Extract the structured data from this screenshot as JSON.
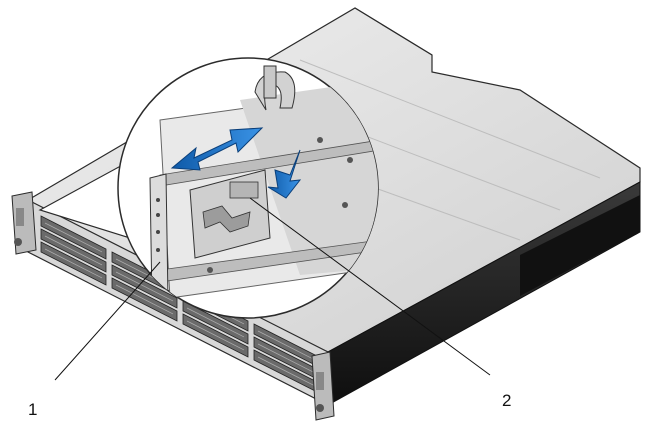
{
  "figure": {
    "callouts": [
      {
        "id": "1",
        "label": "1"
      },
      {
        "id": "2",
        "label": "2"
      }
    ]
  },
  "colors": {
    "chassis_light": "#e3e3e3",
    "chassis_mid": "#c4c4c4",
    "chassis_dark": "#8e8e8e",
    "front_panel": "#1c1c1c",
    "drive_bay": "#6a6a6a",
    "arrow_blue": "#1e73c8",
    "outline": "#2b2b2b"
  }
}
